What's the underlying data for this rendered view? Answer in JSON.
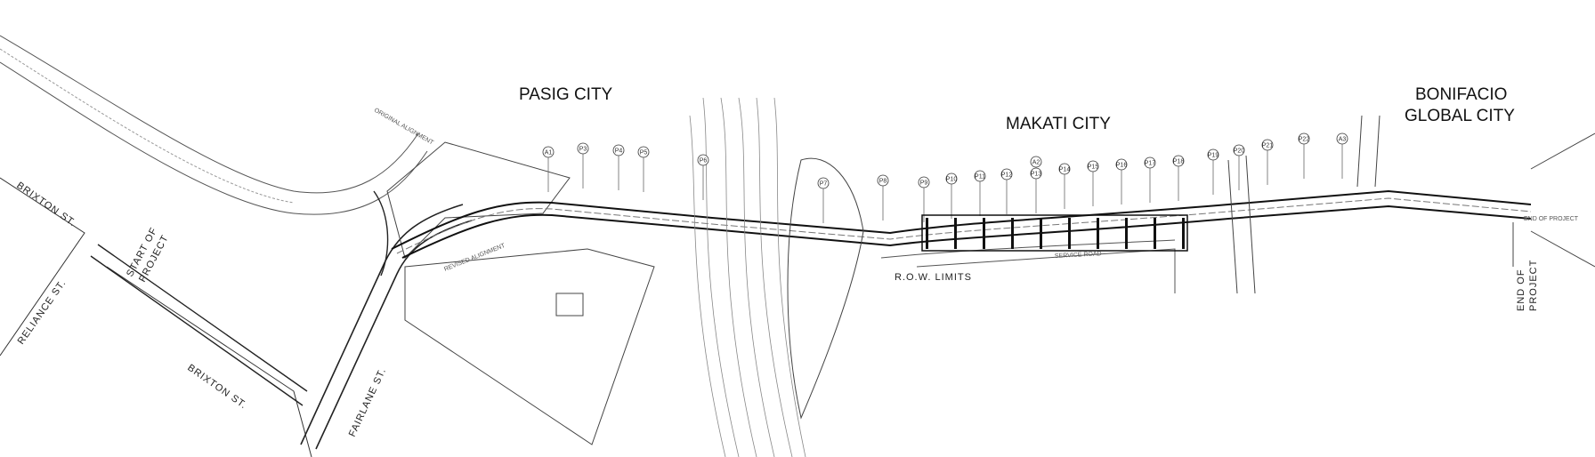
{
  "cities": {
    "pasig": "PASIG CITY",
    "makati": "MAKATI CITY",
    "bonifacio_line1": "BONIFACIO",
    "bonifacio_line2": "GLOBAL CITY"
  },
  "streets": {
    "brixton_top": "BRIXTON ST.",
    "brixton_bottom": "BRIXTON ST.",
    "reliance": "RELIANCE ST.",
    "fairlane": "FAIRLANE ST."
  },
  "annotations": {
    "start_line1": "START OF",
    "start_line2": "PROJECT",
    "original_alignment": "ORIGINAL ALIGNMENT",
    "revised_alignment": "REVISED ALIGNMENT",
    "row_limits": "R.O.W.    LIMITS",
    "service_road": "SERVICE ROAD",
    "end_project_right": "END OF PROJECT",
    "end_line1": "END OF",
    "end_line2": "PROJECT"
  },
  "piers": [
    "A1",
    "P3",
    "P4",
    "P5",
    "P6",
    "P7",
    "P8",
    "P9",
    "P10",
    "P11",
    "P12",
    "A2",
    "P13",
    "P14",
    "P15",
    "P16",
    "P17",
    "P18",
    "P19",
    "P20",
    "P21",
    "P22",
    "A3"
  ]
}
